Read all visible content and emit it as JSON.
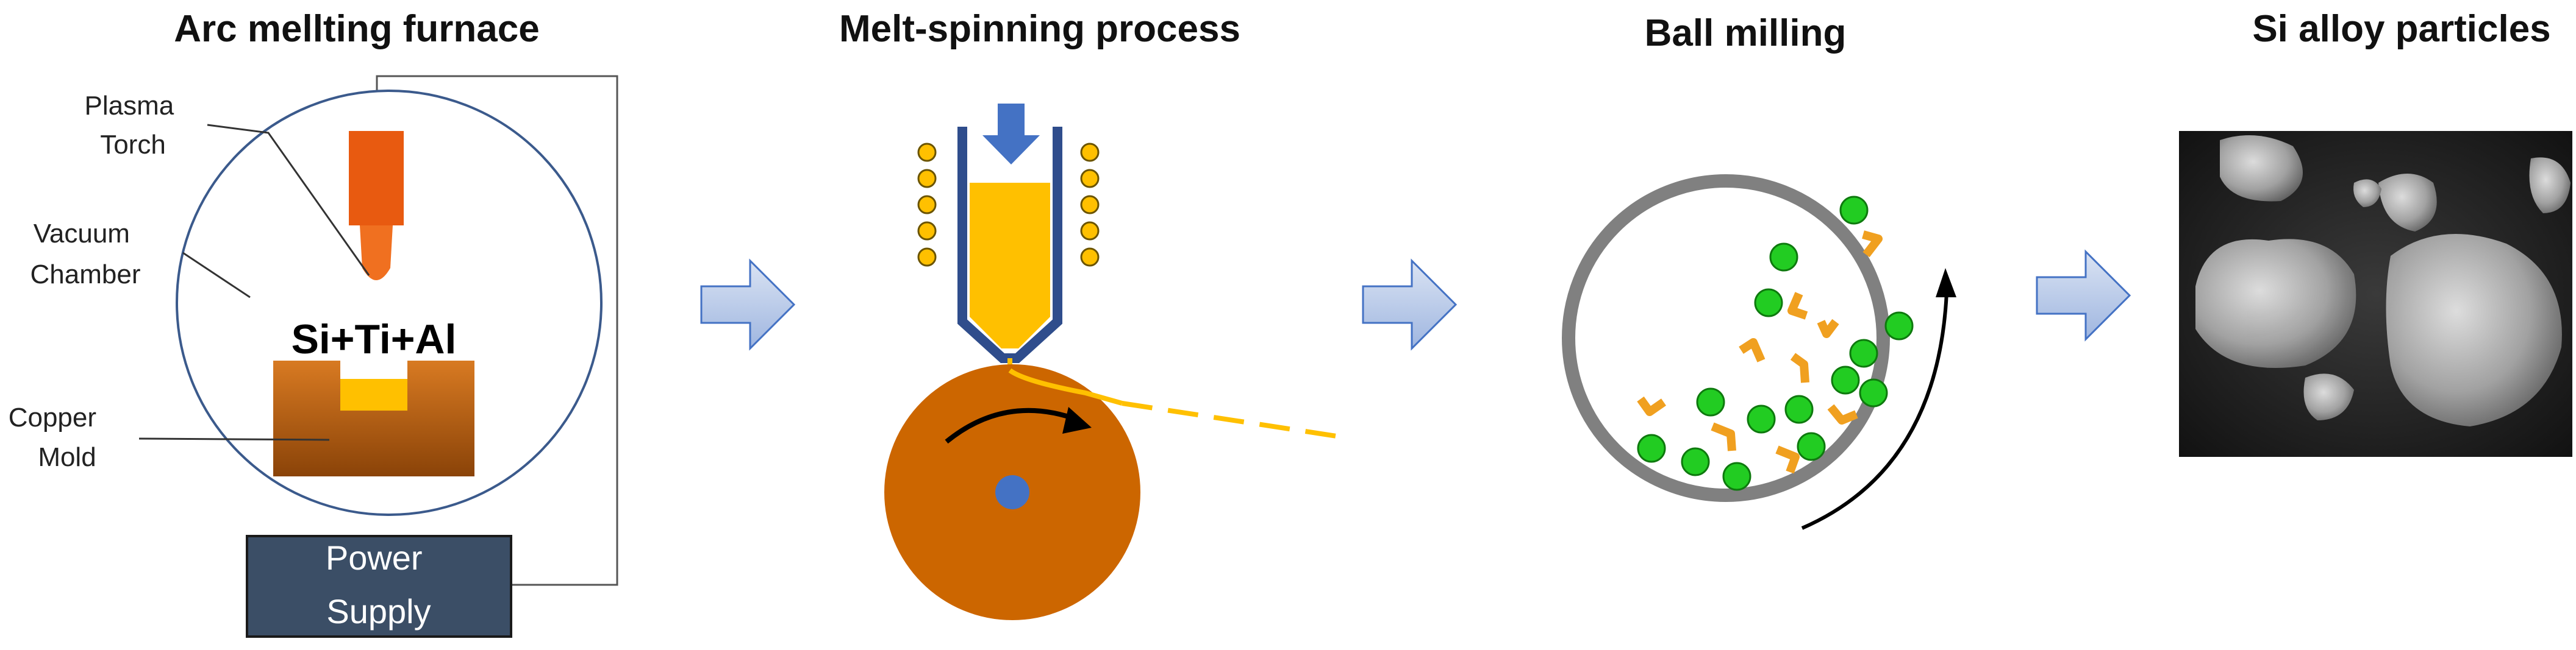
{
  "panels": [
    {
      "title": "Arc mellting furnace"
    },
    {
      "title": "Melt-spinning process"
    },
    {
      "title": "Ball milling"
    },
    {
      "title": "Si alloy particles"
    }
  ],
  "furnace": {
    "plasma_torch": {
      "line1": "Plasma",
      "line2": "Torch"
    },
    "vacuum_chamber": {
      "line1": "Vacuum",
      "line2": "Chamber"
    },
    "copper_mold": {
      "line1": "Copper",
      "line2": "Mold"
    },
    "formula": "Si+Ti+Al",
    "power_supply": {
      "line1": "Power",
      "line2": "Supply"
    }
  },
  "colors": {
    "copper": "#cc6600",
    "torch": "#e85a10",
    "melt": "#ffc000",
    "crucible": "#2f4d8c",
    "ingot_arrow": "#4472c4",
    "flow_arrow": "#b4c7e7",
    "ball": "#22cc22",
    "fragment": "#f0a020",
    "mill_ring": "#808080",
    "power_box": "#3b4e66"
  }
}
